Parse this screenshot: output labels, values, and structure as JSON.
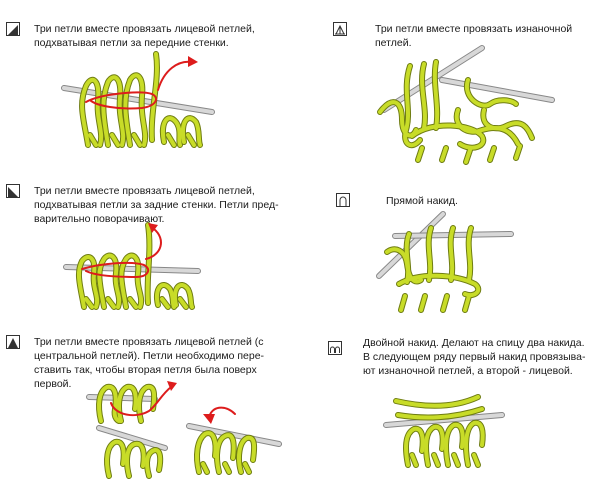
{
  "entries": [
    {
      "symbol": "k3tog-front-symbol-icon",
      "text": "Три петли вместе провязать лицевой петлей,\nподхватывая петли за передние стенки."
    },
    {
      "symbol": "p3tog-symbol-icon",
      "text": "Три петли вместе провязать изнаночной\nпетлей."
    },
    {
      "symbol": "k3tog-back-symbol-icon",
      "text": "Три петли вместе провязать лицевой петлей,\nподхватывая петли за задние стенки. Петли пред-\nварительно поворачивают."
    },
    {
      "symbol": "yarn-over-symbol-icon",
      "text": "Прямой накид."
    },
    {
      "symbol": "central-double-decrease-symbol-icon",
      "text": "Три петли вместе провязать лицевой петлей (с\nцентральной петлей). Петли необходимо пере-\nставить так, чтобы вторая петля была поверх\nпервой."
    },
    {
      "symbol": "double-yarn-over-symbol-icon",
      "text": "Двойной накид. Делают на спицу два накида.\nВ следующем ряду первый накид провязыва-\nют изнаночной петлей, а второй - лицевой."
    }
  ],
  "colors": {
    "yarn": "#c8dc28",
    "yarn_outline": "#6f7d12",
    "needle": "#c9c9c9",
    "arrow": "#dd1c1c"
  }
}
